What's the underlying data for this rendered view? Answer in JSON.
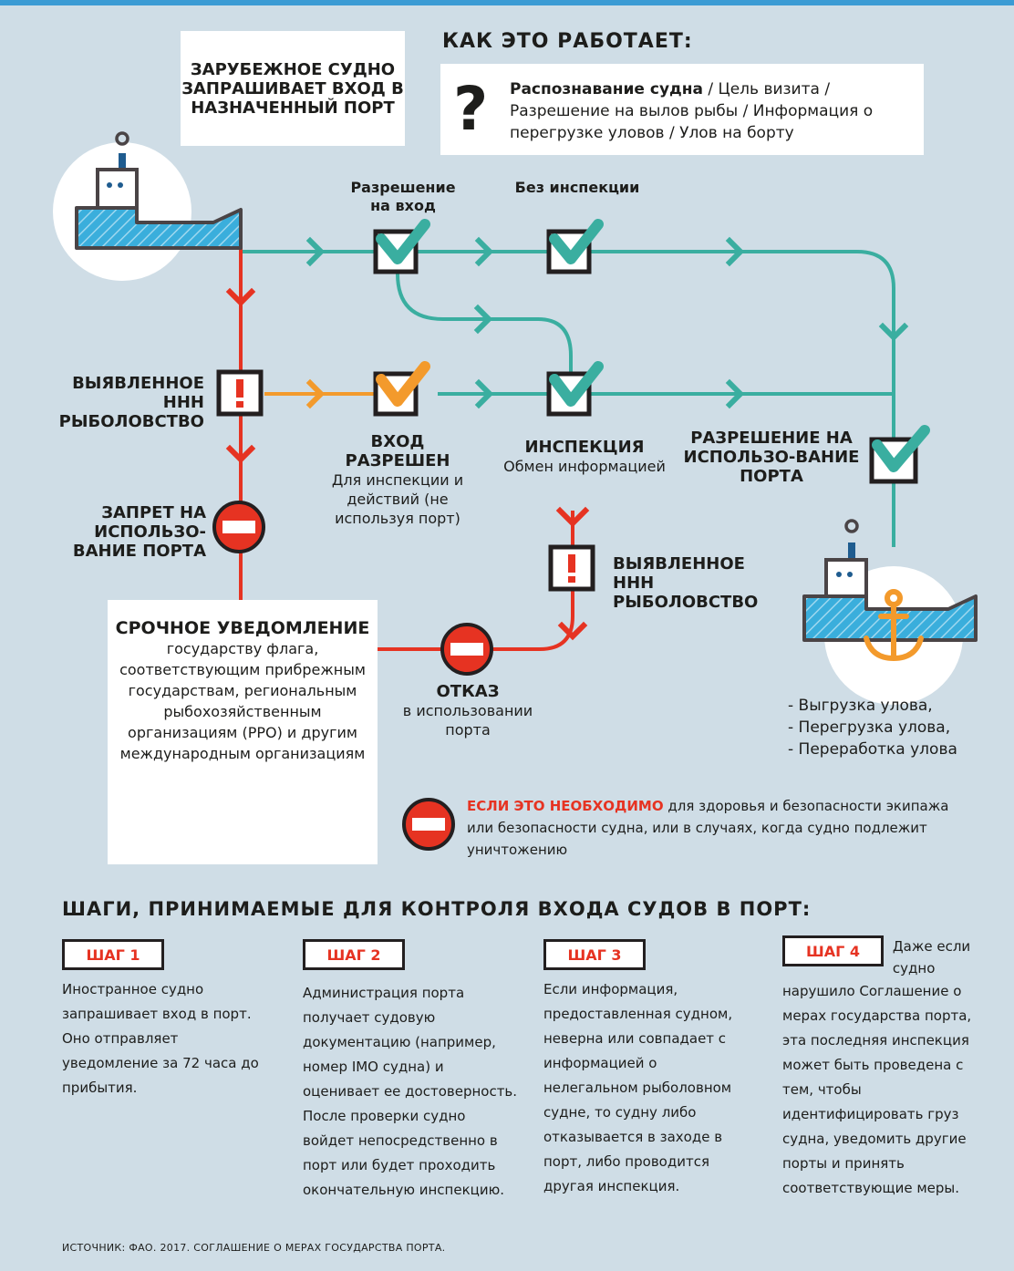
{
  "request_box": "ЗАРУБЕЖНОЕ СУДНО ЗАПРАШИВАЕТ ВХОД В НАЗНАЧЕННЫЙ ПОРТ",
  "how_title": "КАК ЭТО РАБОТАЕТ:",
  "info_box": {
    "icon": "question-mark",
    "bold": "Распознавание судна",
    "text": " / Цель визита / Разрешение на вылов рыбы / Информация о перегрузке уловов / Улов на борту"
  },
  "entry_permission": "Разрешение на вход",
  "no_inspection": "Без инспекции",
  "iuu_detected": "ВЫЯВЛЕННОЕ ННН РЫБОЛОВСТВО",
  "entry_allowed": {
    "title": "ВХОД РАЗРЕШЕН",
    "text": "Для инспекции и действий (не используя порт)"
  },
  "inspection": {
    "title": "ИНСПЕКЦИЯ",
    "text": "Обмен информацией"
  },
  "port_use_permission": "РАЗРЕШЕНИЕ НА ИСПОЛЬЗО-ВАНИЕ ПОРТА",
  "port_ban": "ЗАПРЕТ НА ИСПОЛЬЗО-ВАНИЕ ПОРТА",
  "iuu_detected_2": "ВЫЯВЛЕННОЕ ННН РЫБОЛОВСТВО",
  "urgent": {
    "title": "СРОЧНОЕ УВЕДОМЛЕНИЕ",
    "text": "государству флага, соответствующим прибрежным государствам, региональным рыбохозяйственным организациям (РРО) и другим международным организациям"
  },
  "refusal": {
    "title": "ОТКАЗ",
    "text": "в использовании порта"
  },
  "port_actions": [
    "- Выгрузка улова,",
    "- Перегрузка улова,",
    "- Переработка улова"
  ],
  "necessity": {
    "bold": "ЕСЛИ ЭТО НЕОБХОДИМО",
    "text": " для здоровья и безопасности экипажа или безопасности судна, или в случаях, когда судно подлежит уничтожению"
  },
  "steps_title": "ШАГИ, ПРИНИМАЕМЫЕ ДЛЯ КОНТРОЛЯ ВХОДА СУДОВ В ПОРТ:",
  "steps": [
    {
      "label": "ШАГ 1",
      "text": "Иностранное судно запрашивает вход в порт. Оно отправляет уведомление за 72 часа до прибытия."
    },
    {
      "label": "ШАГ 2",
      "text": "Администрация порта получает судовую документацию (например, номер IMO судна) и оценивает ее достоверность. После проверки судно войдет непосредственно в порт или будет проходить окончательную инспекцию."
    },
    {
      "label": "ШАГ 3",
      "text": "Если информация, предоставленная судном, неверна или совпадает с информацией о нелегальном рыболовном судне, то судну либо отказывается в заходе в порт, либо проводится другая инспекция."
    },
    {
      "label": "ШАГ 4",
      "text_side": "Даже если судно",
      "text": "нарушило Соглашение о мерах государства порта, эта последняя инспекция может быть проведена с тем, чтобы идентифицировать груз судна, уведомить другие порты и принять соответствующие меры."
    }
  ],
  "source": "ИСТОЧНИК: ФАО. 2017. СОГЛАШЕНИЕ О МЕРАХ ГОСУДАРСТВА ПОРТА.",
  "colors": {
    "background": "#cfdde6",
    "teal": "#3aaea0",
    "red": "#e63322",
    "orange": "#f39a2c",
    "ship_blue": "#3aaedc",
    "dark": "#4a4446"
  }
}
